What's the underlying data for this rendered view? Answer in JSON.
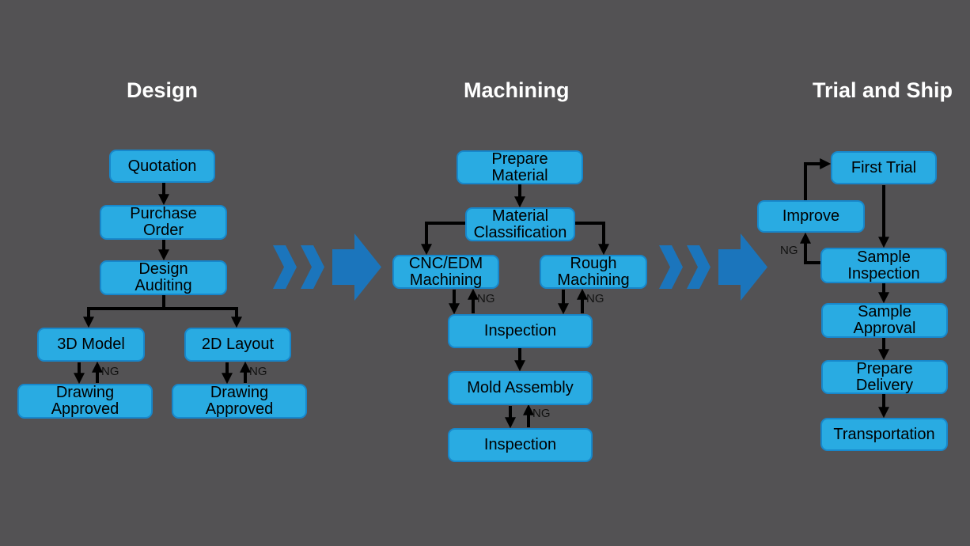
{
  "labels": {
    "ng": "NG"
  },
  "colors": {
    "background": "#535254",
    "node_fill": "#29ABE2",
    "node_border": "#1787CB",
    "node_text": "#000000",
    "section_title_text": "#FFFFFF",
    "connector": "#000000",
    "ng_text": "#111111",
    "section_arrow": "#1B75BC"
  },
  "sections": [
    {
      "title": "Design",
      "nodes": [
        {
          "id": "quotation",
          "label": "Quotation"
        },
        {
          "id": "purchase-order",
          "label": "Purchase\nOrder"
        },
        {
          "id": "design-auditing",
          "label": "Design\nAuditing"
        },
        {
          "id": "3d-model",
          "label": "3D Model"
        },
        {
          "id": "2d-layout",
          "label": "2D Layout"
        },
        {
          "id": "drawing-approved-left",
          "label": "Drawing\nApproved"
        },
        {
          "id": "drawing-approved-right",
          "label": "Drawing\nApproved"
        }
      ]
    },
    {
      "title": "Machining",
      "nodes": [
        {
          "id": "prepare-material",
          "label": "Prepare\nMaterial"
        },
        {
          "id": "material-classification",
          "label": "Material\nClassification"
        },
        {
          "id": "cnc-edm-machining",
          "label": "CNC/EDM\nMachining"
        },
        {
          "id": "rough-machining",
          "label": "Rough\nMachining"
        },
        {
          "id": "inspection-1",
          "label": "Inspection"
        },
        {
          "id": "mold-assembly",
          "label": "Mold Assembly"
        },
        {
          "id": "inspection-2",
          "label": "Inspection"
        }
      ]
    },
    {
      "title": "Trial and Ship",
      "nodes": [
        {
          "id": "first-trial",
          "label": "First Trial"
        },
        {
          "id": "improve",
          "label": "Improve"
        },
        {
          "id": "sample-inspection",
          "label": "Sample\nInspection"
        },
        {
          "id": "sample-approval",
          "label": "Sample\nApproval"
        },
        {
          "id": "prepare-delivery",
          "label": "Prepare\nDelivery"
        },
        {
          "id": "transportation",
          "label": "Transportation"
        }
      ]
    }
  ],
  "edges": [
    {
      "from": "quotation",
      "to": "purchase-order"
    },
    {
      "from": "purchase-order",
      "to": "design-auditing"
    },
    {
      "from": "design-auditing",
      "to": "3d-model"
    },
    {
      "from": "design-auditing",
      "to": "2d-layout"
    },
    {
      "from": "3d-model",
      "to": "drawing-approved-left"
    },
    {
      "from": "drawing-approved-left",
      "to": "3d-model",
      "label": "NG"
    },
    {
      "from": "2d-layout",
      "to": "drawing-approved-right"
    },
    {
      "from": "drawing-approved-right",
      "to": "2d-layout",
      "label": "NG"
    },
    {
      "from": "Design",
      "to": "Machining",
      "type": "section-transition"
    },
    {
      "from": "prepare-material",
      "to": "material-classification"
    },
    {
      "from": "material-classification",
      "to": "cnc-edm-machining"
    },
    {
      "from": "material-classification",
      "to": "rough-machining"
    },
    {
      "from": "cnc-edm-machining",
      "to": "inspection-1"
    },
    {
      "from": "inspection-1",
      "to": "cnc-edm-machining",
      "label": "NG"
    },
    {
      "from": "rough-machining",
      "to": "inspection-1"
    },
    {
      "from": "inspection-1",
      "to": "rough-machining",
      "label": "NG"
    },
    {
      "from": "inspection-1",
      "to": "mold-assembly"
    },
    {
      "from": "mold-assembly",
      "to": "inspection-2"
    },
    {
      "from": "inspection-2",
      "to": "mold-assembly",
      "label": "NG"
    },
    {
      "from": "Machining",
      "to": "Trial and Ship",
      "type": "section-transition"
    },
    {
      "from": "improve",
      "to": "first-trial"
    },
    {
      "from": "first-trial",
      "to": "sample-inspection"
    },
    {
      "from": "sample-inspection",
      "to": "improve",
      "label": "NG"
    },
    {
      "from": "sample-inspection",
      "to": "sample-approval"
    },
    {
      "from": "sample-approval",
      "to": "prepare-delivery"
    },
    {
      "from": "prepare-delivery",
      "to": "transportation"
    }
  ]
}
